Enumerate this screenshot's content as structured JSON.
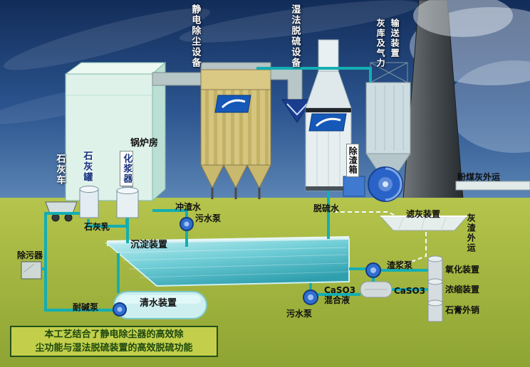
{
  "labels": {
    "esp": "静电除尘设备",
    "fgd": "湿法脱硫设备",
    "silo_col1": "灰库及气力",
    "silo_col2": "输送装置",
    "boiler": "锅炉房",
    "lime_truck": "石灰车",
    "lime_tank": "石灰罐",
    "mixer": "化浆器",
    "lime_milk": "石灰乳",
    "flush_water": "冲渣水",
    "sewage_pump_upper": "污水泵",
    "desulf_water": "脱硫水",
    "slag_box": "除渣箱",
    "fly_ash": "粉煤灰外运",
    "ash_filter": "滤灰装置",
    "ash_out": "灰渣外运",
    "sedimentation": "沉淀装置",
    "slag_pump": "渣浆泵",
    "oxidation": "氧化装置",
    "concentration": "浓缩装置",
    "gypsum": "石膏外销",
    "caso3_mix_1": "CaSO3",
    "caso3_mix_2": "混合液",
    "caso3": "CaSO3",
    "clean_water": "清水装置",
    "alkali_pump": "耐碱泵",
    "sewage_pump_lower": "污水泵",
    "decontaminator": "除污器"
  },
  "caption": {
    "line1": "本工艺结合了静电除尘器的高效除",
    "line2": "尘功能与湿法脱硫装置的高效脱硫功能"
  },
  "colors": {
    "sky_top": "#142f5c",
    "sky_bottom": "#3c6aa0",
    "ground": "#9cb13d",
    "pipe_teal": "#14aeb2",
    "water_cyan": "#49b9c6",
    "esp_tan": "#d6c57f",
    "badge_blue": "#1558b8",
    "caption_bg": "#c3cf4b",
    "caption_border": "#24501a"
  }
}
